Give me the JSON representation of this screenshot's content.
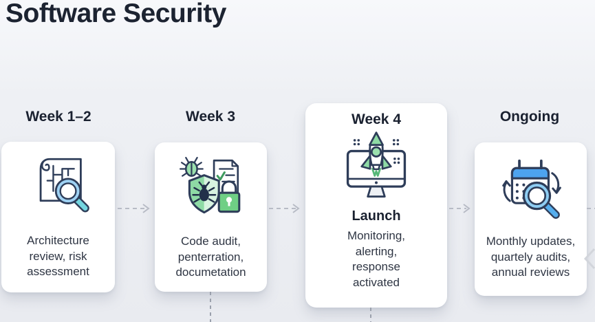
{
  "title": "Software Security",
  "steps": [
    {
      "header": "Week 1–2",
      "body": "Architecture review, risk assessment",
      "icon": "blueprint-magnifier"
    },
    {
      "header": "Week 3",
      "body": "Code audit, penterration, documetation",
      "icon": "shield-bug-lock"
    },
    {
      "header": "Week 4",
      "subtitle": "Launch",
      "body": "Monitoring, alerting, response activated",
      "icon": "rocket-launch-monitor"
    },
    {
      "header": "Ongoing",
      "body": "Monthly updates, quartely audits, annual reviews",
      "icon": "calendar-audit-refresh"
    }
  ],
  "colors": {
    "background": "#eef0f4",
    "card": "#ffffff",
    "title_text": "#1c2331",
    "body_text": "#2e3543",
    "icon_outline": "#2e3d59",
    "accent_green": "#8edaa5",
    "accent_green_light": "#d8f3e0",
    "accent_blue": "#55aeee",
    "accent_blue_light": "#9fd2f4",
    "accent_teal": "#74d6e0",
    "arrow_gray": "#b7bbc5"
  }
}
